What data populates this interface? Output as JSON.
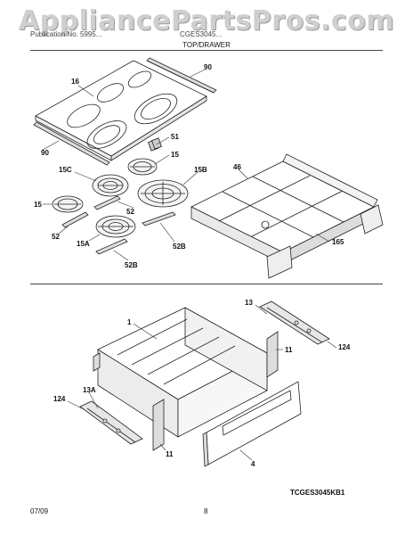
{
  "watermark": "AppliancePartsPros.com",
  "header": {
    "left": "Publication No. 5995...",
    "center": "CGES3045..."
  },
  "section_title": "TOP/DRAWER",
  "callouts": {
    "c16": "16",
    "c90a": "90",
    "c90b": "90",
    "c51": "51",
    "c15a": "15",
    "c15c": "15C",
    "c15b": "15B",
    "c15c2": "15",
    "c46": "46",
    "c52a": "52",
    "c52b": "52",
    "c15a2": "15A",
    "c52b2": "52B",
    "c52b3": "52B",
    "c165": "165",
    "c13": "13",
    "c1": "1",
    "c124a": "124",
    "c11a": "11",
    "c124b": "124",
    "c13a": "13A",
    "c11b": "11",
    "c4": "4"
  },
  "diagram_code": "TCGES3045KB1",
  "footer": {
    "date": "07/09",
    "page": "8"
  }
}
